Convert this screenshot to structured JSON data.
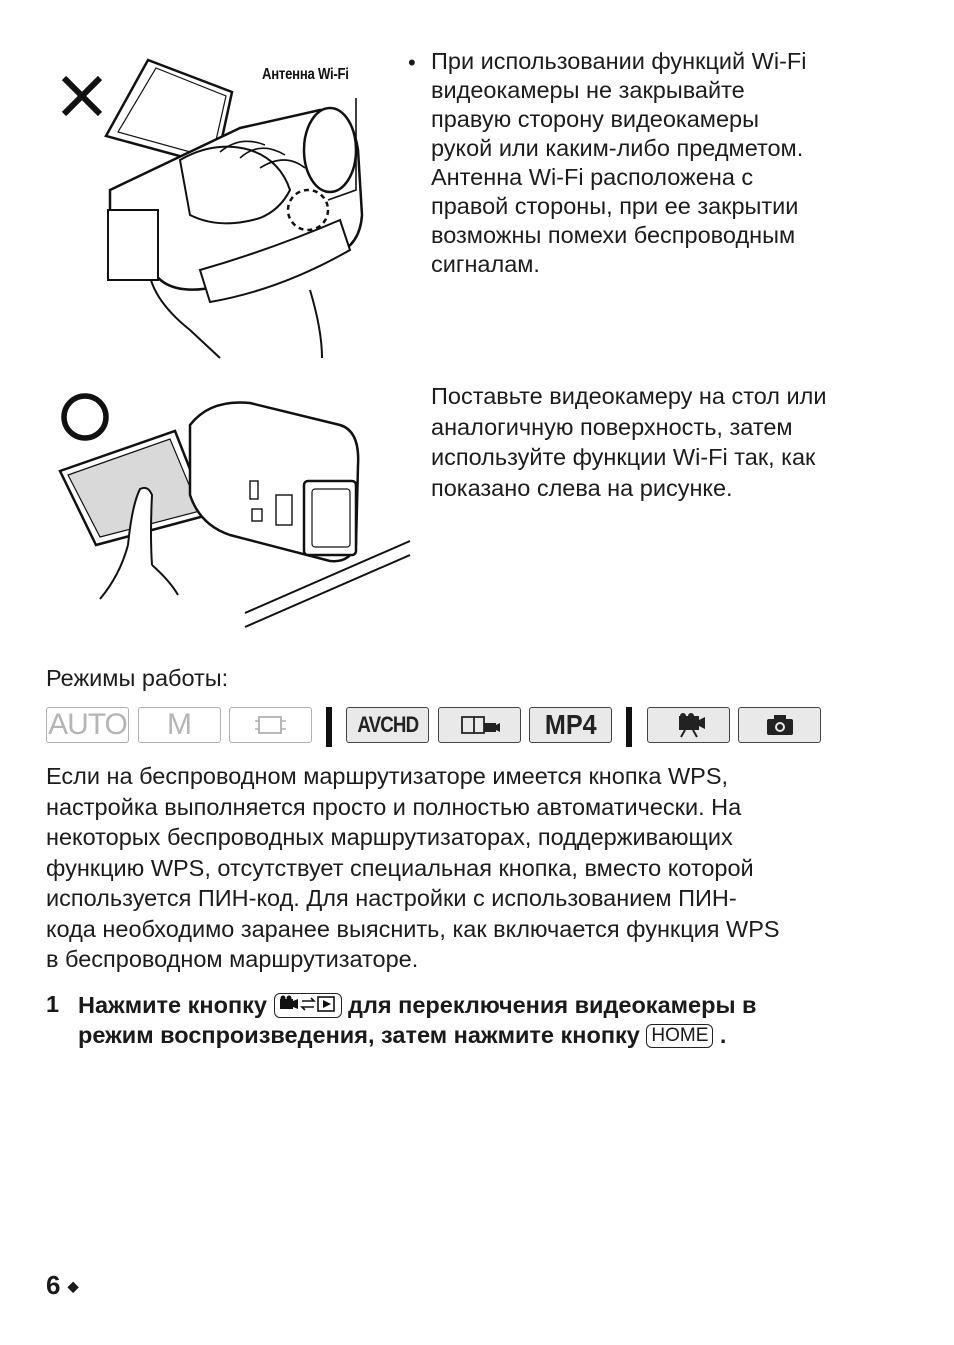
{
  "figure1": {
    "antenna_label": "Антенна Wi-Fi",
    "mark": "cross-mark-icon"
  },
  "bullet_text_lines": [
    "При использовании функций Wi-Fi",
    "видеокамеры не закрывайте",
    "правую сторону видеокамеры",
    "рукой или каким-либо предметом.",
    "Антенна Wi-Fi расположена с",
    "правой стороны, при ее закрытии",
    "возможны помехи беспроводным",
    "сигналам."
  ],
  "figure2": {
    "mark": "circle-mark-icon"
  },
  "second_text_lines": [
    "Поставьте видеокамеру на стол или",
    "аналогичную поверхность, затем",
    "используйте функции Wi-Fi так, как",
    "показано слева на рисунке."
  ],
  "modes_label": "Режимы работы:",
  "modes": {
    "auto": "AUTO",
    "manual": "M",
    "avchd": "AVCHD",
    "mp4": "MP4",
    "icons": [
      "cinema-mode-icon",
      "playlist-icon",
      "movie-playback-icon",
      "photo-playback-icon"
    ]
  },
  "body_lines": [
    "Если на беспроводном маршрутизаторе имеется кнопка WPS,",
    "настройка выполняется просто и полностью автоматически. На",
    "некоторых беспроводных маршрутизаторах, поддерживающих",
    "функцию WPS, отсутствует специальная кнопка, вместо которой",
    "используется ПИН-код. Для настройки с использованием ПИН-",
    "кода необходимо заранее выяснить, как включается функция WPS",
    "в беспроводном маршрутизаторе."
  ],
  "step": {
    "number": "1",
    "line1_a": "Нажмите кнопку",
    "line1_b": "для переключения видеокамеры в",
    "line2_a": "режим воспроизведения, затем нажмите кнопку",
    "home_key": "HOME",
    "line2_end": "."
  },
  "page_number": "6",
  "colors": {
    "text": "#1c1c1c",
    "mode_dim": "#b5b5b5",
    "mode_on": "#e9e9e9"
  }
}
